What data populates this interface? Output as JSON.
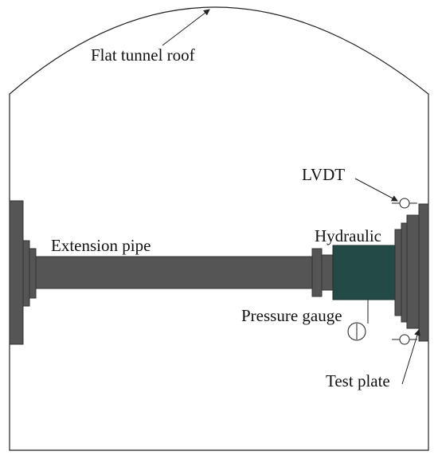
{
  "labels": {
    "roof": "Flat tunnel roof",
    "lvdt": "LVDT",
    "hydraulic": "Hydraulic",
    "extension_pipe": "Extension pipe",
    "pressure_gauge": "Pressure gauge",
    "test_plate": "Test plate"
  },
  "colors": {
    "outline": "#222222",
    "steel": "#555555",
    "steel_dark": "#4a4a4a",
    "hydraulic_jack": "#234a44",
    "background": "#ffffff"
  }
}
